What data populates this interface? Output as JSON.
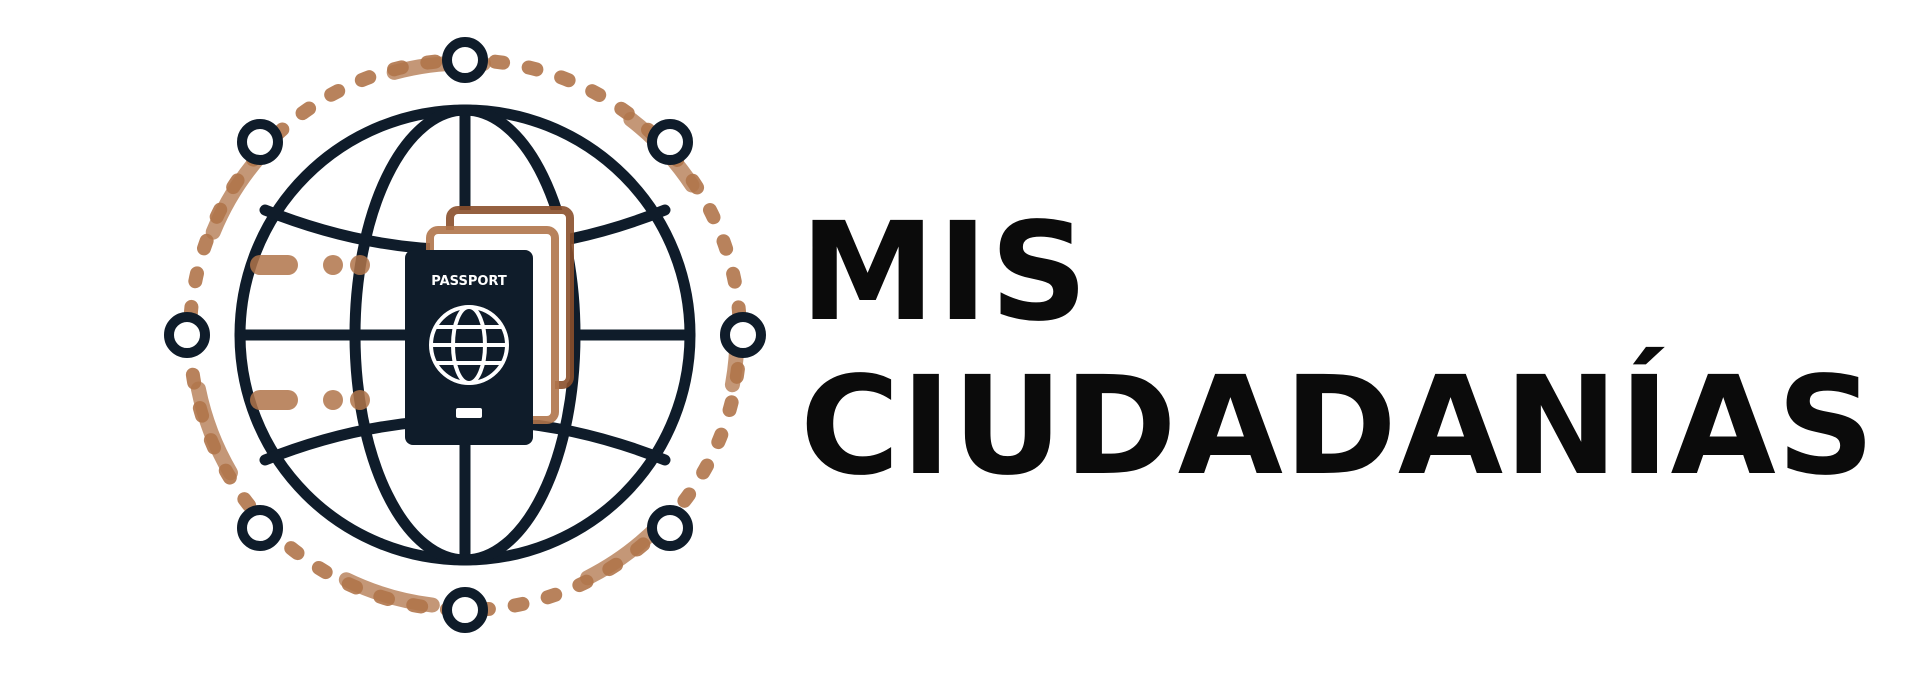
{
  "logo": {
    "line_1": "MIS",
    "line_2": "CIUDADANÍAS",
    "passport_text": "PASSPORT",
    "icons": [
      "globe-icon",
      "passport-icon",
      "orbit-node-icon"
    ],
    "colors": {
      "ink": "#0f1c2a",
      "copper": "#b0744a",
      "text": "#0b0b0b",
      "background": "#ffffff"
    }
  }
}
